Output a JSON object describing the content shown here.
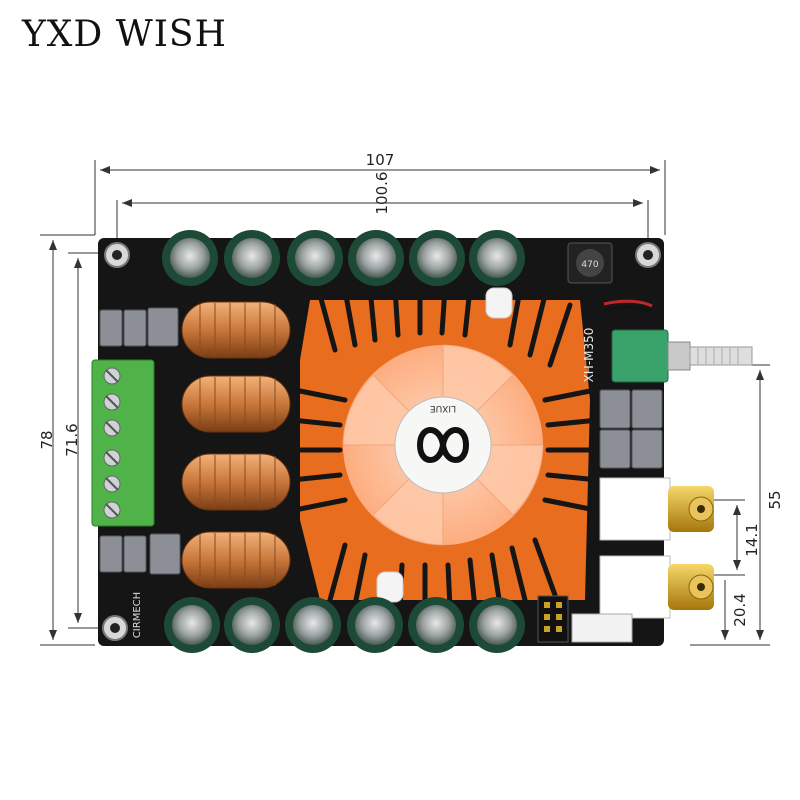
{
  "brand": "YXD WISH",
  "dimensions": {
    "overall_width": "107",
    "hole_spacing_x": "100.6",
    "overall_height": "78",
    "hole_spacing_y": "71.6",
    "pot_offset": "55",
    "rca_spacing": "14.1",
    "rca_offset": "20.4"
  },
  "board_silkscreen": {
    "model": "XH-M350",
    "fan_logo_text": "LIXUE",
    "maker": "CIRMECH",
    "inductor_label": "470"
  },
  "colors": {
    "pcb": "#151515",
    "heatsink": "#e86d1f",
    "capacitor": "#1d4a36",
    "terminal": "#4fb34a",
    "coil": "#c9773a",
    "rca_gold": "#d4a41c"
  },
  "icons": [
    "fan-icon",
    "infinity-logo-icon"
  ]
}
